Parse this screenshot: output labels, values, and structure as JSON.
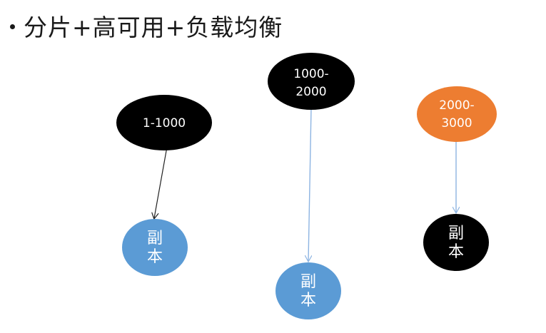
{
  "slide": {
    "title": "分片+高可用+负载均衡"
  },
  "colors": {
    "black_node": "#000000",
    "orange_node": "#ED7D31",
    "blue_node": "#5B9BD5",
    "black_arrow": "#222222",
    "blue_arrow": "#8DB4E2",
    "text": "#ffffff"
  },
  "diagram": {
    "shards": [
      {
        "id": "shard-1",
        "line1": "1-1000",
        "line2": "",
        "color": "#000000"
      },
      {
        "id": "shard-2",
        "line1": "1000-",
        "line2": "2000",
        "color": "#000000"
      },
      {
        "id": "shard-3",
        "line1": "2000-",
        "line2": "3000",
        "color": "#ED7D31"
      }
    ],
    "replicas": [
      {
        "id": "replica-1",
        "line1": "副",
        "line2": "本",
        "color": "#5B9BD5"
      },
      {
        "id": "replica-2",
        "line1": "副",
        "line2": "本",
        "color": "#5B9BD5"
      },
      {
        "id": "replica-3",
        "line1": "副",
        "line2": "本",
        "color": "#000000"
      }
    ],
    "edges": [
      {
        "from": "shard-1",
        "to": "replica-1",
        "color": "#222222"
      },
      {
        "from": "shard-2",
        "to": "replica-2",
        "color": "#8DB4E2"
      },
      {
        "from": "shard-3",
        "to": "replica-3",
        "color": "#8DB4E2"
      }
    ]
  }
}
